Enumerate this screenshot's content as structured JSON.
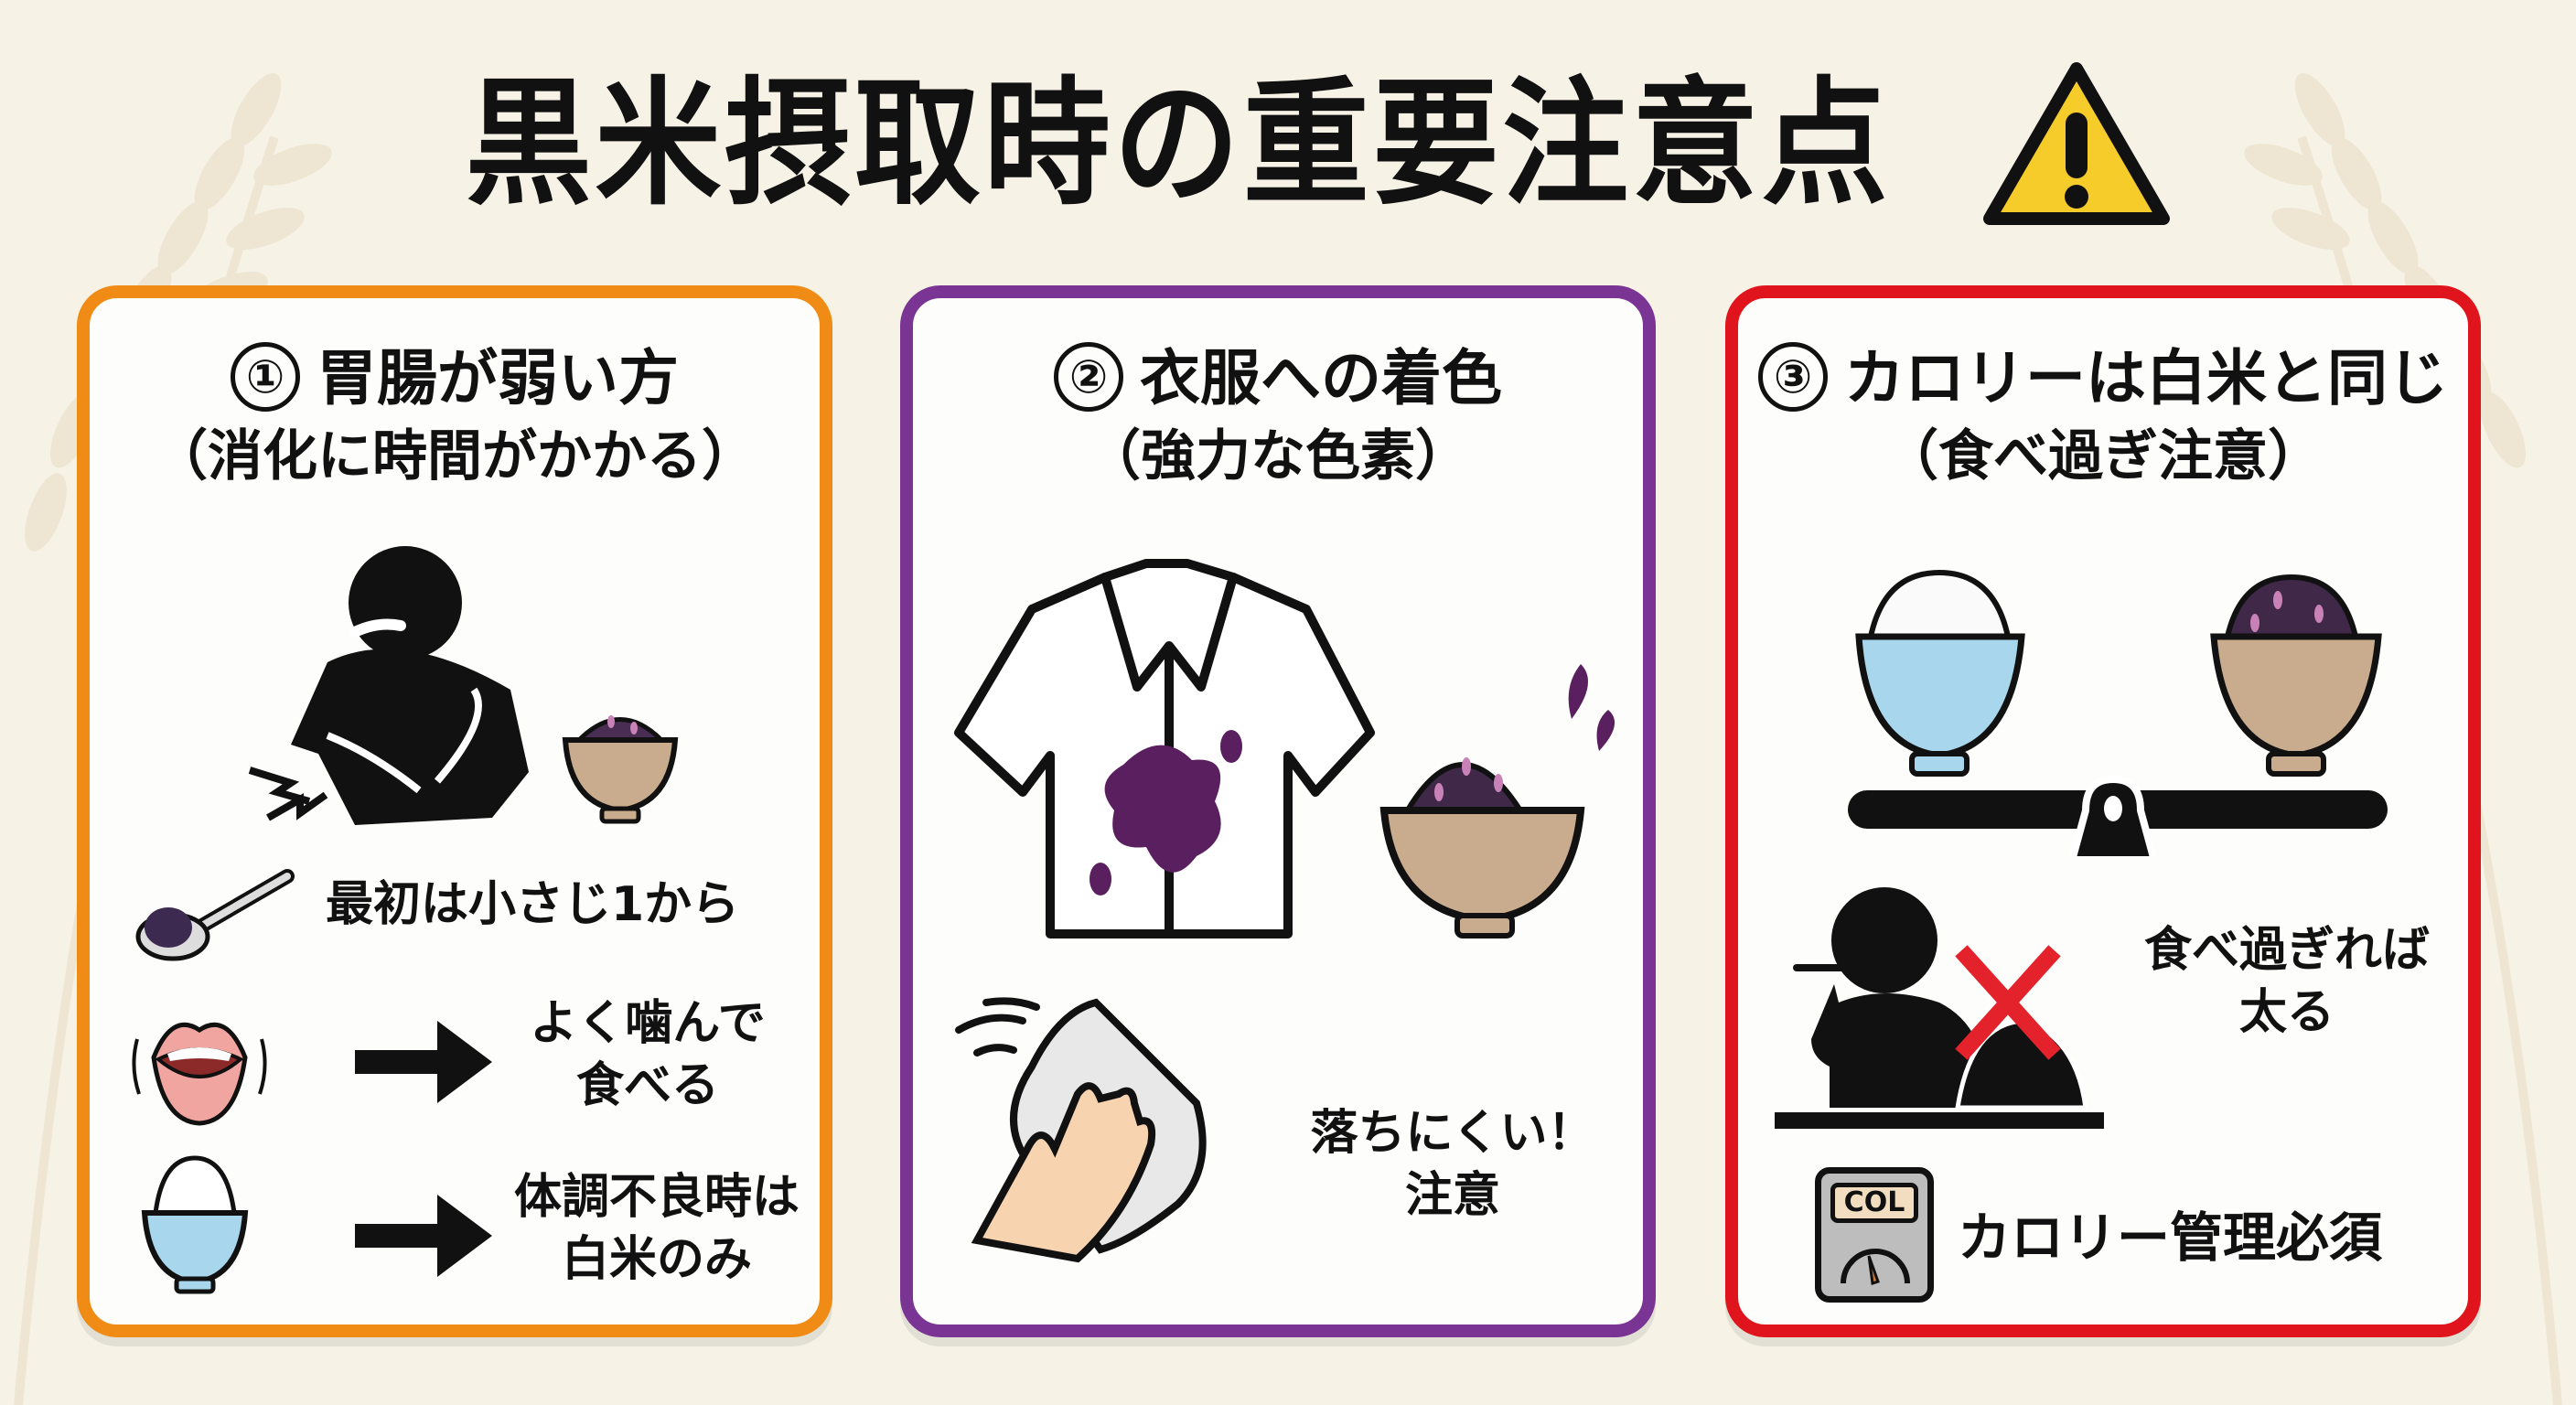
{
  "title": "黒米摂取時の重要注意点",
  "title_icon": "warning-triangle-icon",
  "colors": {
    "background": "#f6f2e6",
    "card1_border": "#f08c16",
    "card2_border": "#7a3594",
    "card3_border": "#e0141c",
    "warning_yellow": "#f5cc2a",
    "stain_purple": "#5a1f5e"
  },
  "cards": [
    {
      "number": "①",
      "title": "胃腸が弱い方",
      "subtitle": "（消化に時間がかかる）",
      "illustration": "stomachache-person-with-black-rice-bowl",
      "tips": [
        {
          "icon": "spoon-icon",
          "text": "最初は小さじ1から"
        },
        {
          "icon": "mouth-chewing-icon",
          "text": "よく噛んで\n食べる",
          "line1": "よく噛んで",
          "line2": "食べる"
        },
        {
          "icon": "white-rice-bowl-icon",
          "text": "体調不良時は\n白米のみ",
          "line1": "体調不良時は",
          "line2": "白米のみ"
        }
      ]
    },
    {
      "number": "②",
      "title": "衣服への着色",
      "subtitle": "（強力な色素）",
      "illustration": "stained-shirt-and-black-rice-bowl",
      "tips": [
        {
          "icon": "hand-wiping-cloth-icon",
          "line1": "落ちにくい！",
          "line2": "注意"
        }
      ]
    },
    {
      "number": "③",
      "title": "カロリーは白米と同じ",
      "subtitle": "（食べ過ぎ注意）",
      "illustration": "balance-scale-white-vs-black-rice",
      "tips": [
        {
          "icon": "overeating-person-x-icon",
          "line1": "食べ過ぎれば",
          "line2": "太る"
        },
        {
          "icon": "calorie-meter-icon",
          "meter_label": "COL",
          "text": "カロリー管理必須"
        }
      ]
    }
  ]
}
